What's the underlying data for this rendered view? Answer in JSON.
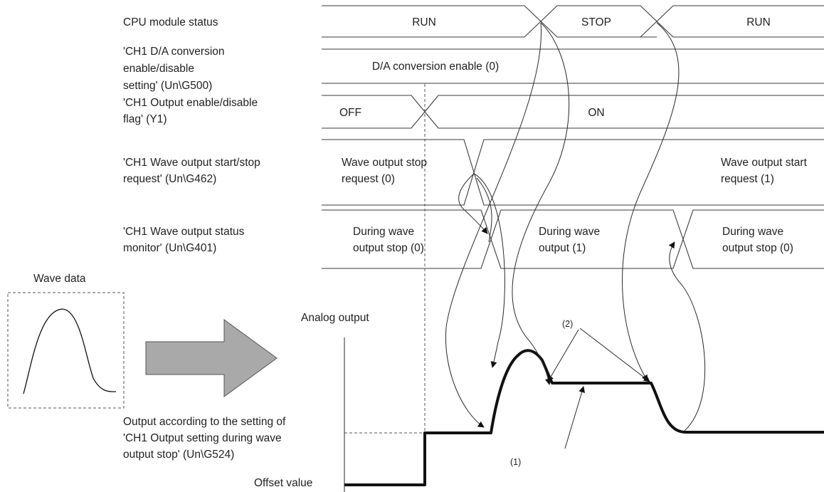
{
  "signals": {
    "cpu_status": {
      "label": "CPU module status",
      "states": [
        "RUN",
        "STOP",
        "RUN"
      ]
    },
    "da_enable": {
      "label_lines": [
        "'CH1 D/A conversion",
        "enable/disable",
        "setting' (Un\\G500)"
      ],
      "state": "D/A conversion enable (0)"
    },
    "output_flag": {
      "label_lines": [
        "'CH1 Output enable/disable",
        "flag' (Y1)"
      ],
      "states": [
        "OFF",
        "ON"
      ]
    },
    "wave_request": {
      "label_lines": [
        "'CH1 Wave output start/stop",
        "request' (Un\\G462)"
      ],
      "states": [
        [
          "Wave output stop",
          "request (0)"
        ],
        [
          "Wave output start",
          "request (1)"
        ]
      ]
    },
    "wave_status": {
      "label_lines": [
        "'CH1 Wave output status",
        "monitor' (Un\\G401)"
      ],
      "states": [
        [
          "During wave",
          "output stop (0)"
        ],
        [
          "During wave",
          "output (1)"
        ],
        [
          "During wave",
          "output stop (0)"
        ]
      ]
    }
  },
  "wave_data": {
    "title": "Wave data"
  },
  "analog": {
    "axis_label": "Analog output",
    "stop_setting_lines": [
      "Output according to the setting of",
      "'CH1 Output setting during wave",
      "output stop' (Un\\G524)"
    ],
    "offset_label": "Offset value",
    "callout_1": "(1)",
    "callout_2": "(2)"
  }
}
